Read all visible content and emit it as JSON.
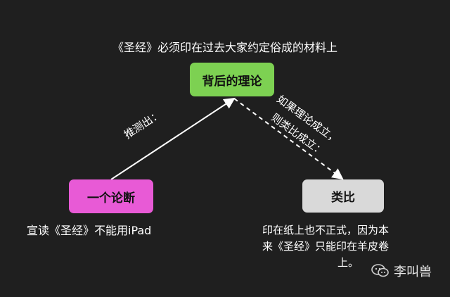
{
  "diagram": {
    "top_caption": "《圣经》必须印在过去大家约定俗成的材料上",
    "nodes": {
      "theory": "背后的理论",
      "judgment": "一个论断",
      "analogy": "类比"
    },
    "edges": {
      "inference_label": "推测出：",
      "analogy_label_line1": "如果理论成立，",
      "analogy_label_line2": "则类比成立："
    },
    "captions": {
      "judgment": "宣读《圣经》不能用iPad",
      "analogy_line1": "印在纸上也不正式，因为本",
      "analogy_line2": "来《圣经》只能印在羊皮卷",
      "analogy_line3": "上。"
    },
    "watermark": {
      "author": "李叫兽",
      "icon": "wechat-icon"
    },
    "colors": {
      "background": "#1f1f1f",
      "theory_fill": "#7dd152",
      "judgment_fill": "#e85ad6",
      "analogy_fill": "#d9d9d9",
      "arrow": "#ffffff"
    }
  }
}
